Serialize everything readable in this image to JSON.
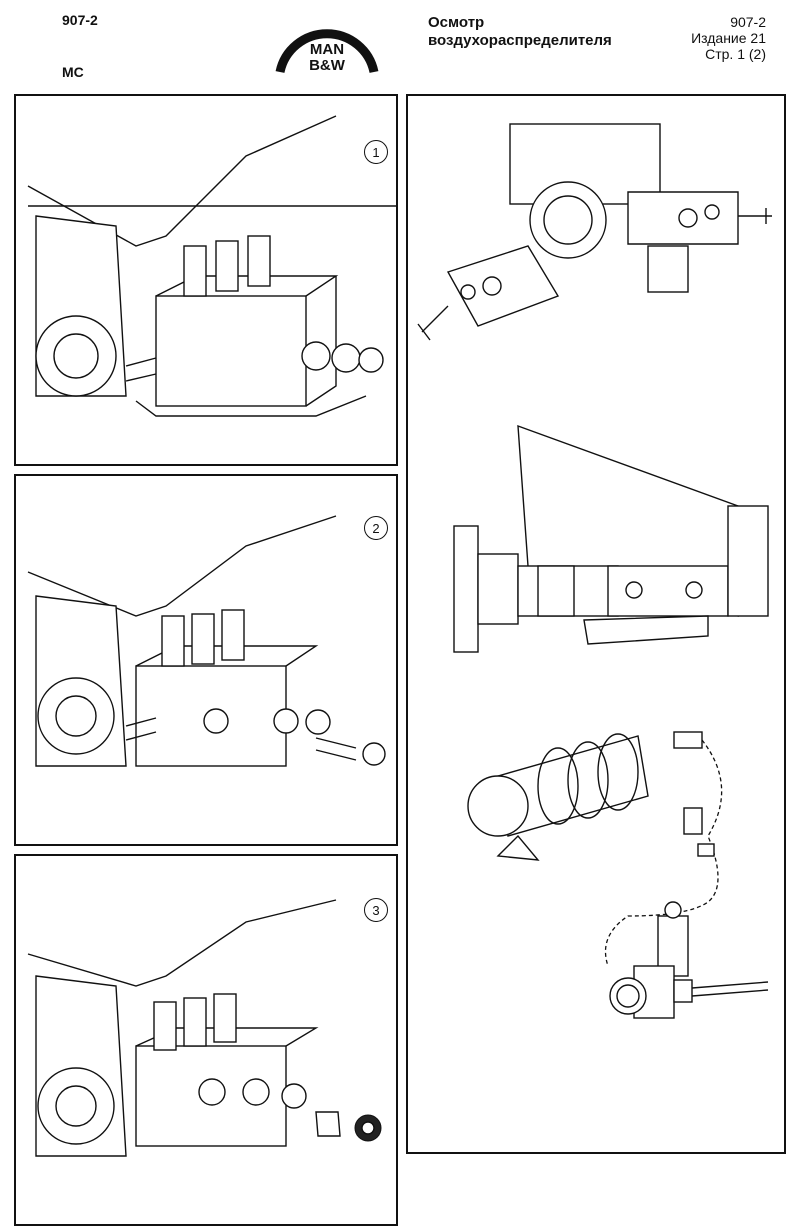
{
  "header": {
    "doc_code": "907-2",
    "engine": "MC",
    "logo_line1": "MAN",
    "logo_line2": "B&W",
    "title_line1": "Осмотр",
    "title_line2": "воздухораспределителя",
    "ref_code": "907-2",
    "edition": "Издание 21",
    "page": "Стр. 1 (2)"
  },
  "steps": [
    {
      "number": "1"
    },
    {
      "number": "2"
    },
    {
      "number": "3"
    }
  ]
}
